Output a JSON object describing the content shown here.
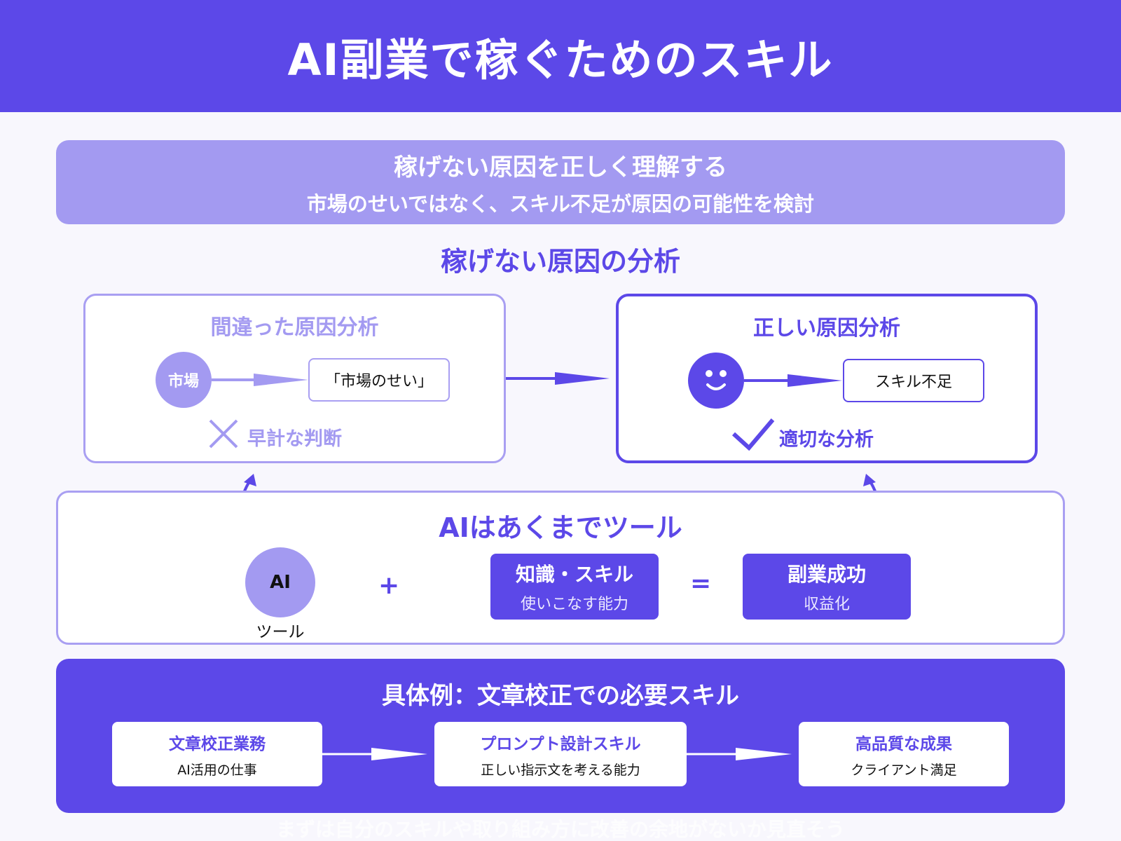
{
  "header": {
    "title": "AI副業で稼ぐためのスキル"
  },
  "cause_banner": {
    "title": "稼げない原因を正しく理解する",
    "subtitle": "市場のせいではなく、スキル不足が原因の可能性を検討"
  },
  "analysis": {
    "heading": "稼げない原因の分析",
    "wrong": {
      "title": "間違った原因分析",
      "source": "市場",
      "result": "「市場のせい」",
      "verdict": "早計な判断"
    },
    "right": {
      "title": "正しい原因分析",
      "result": "スキル不足",
      "verdict": "適切な分析"
    }
  },
  "tool_section": {
    "heading": "AIはあくまでツール",
    "ai_circle": "AI",
    "ai_label": "ツール",
    "plus": "+",
    "equals": "=",
    "skill": {
      "title": "知識・スキル",
      "subtitle": "使いこなす能力"
    },
    "success": {
      "title": "副業成功",
      "subtitle": "収益化"
    }
  },
  "example": {
    "heading": "具体例：文章校正での必要スキル",
    "steps": [
      {
        "title": "文章校正業務",
        "subtitle": "AI活用の仕事"
      },
      {
        "title": "プロンプト設計スキル",
        "subtitle": "正しい指示文を考える能力"
      },
      {
        "title": "高品質な成果",
        "subtitle": "クライアント満足"
      }
    ]
  },
  "footer": {
    "note": "まずは自分のスキルや取り組み方に改善の余地がないか見直そう"
  },
  "colors": {
    "primary": "#5c48e8",
    "light": "#a39af1",
    "border_light": "#a99ff2",
    "background": "#f8f7fd"
  }
}
